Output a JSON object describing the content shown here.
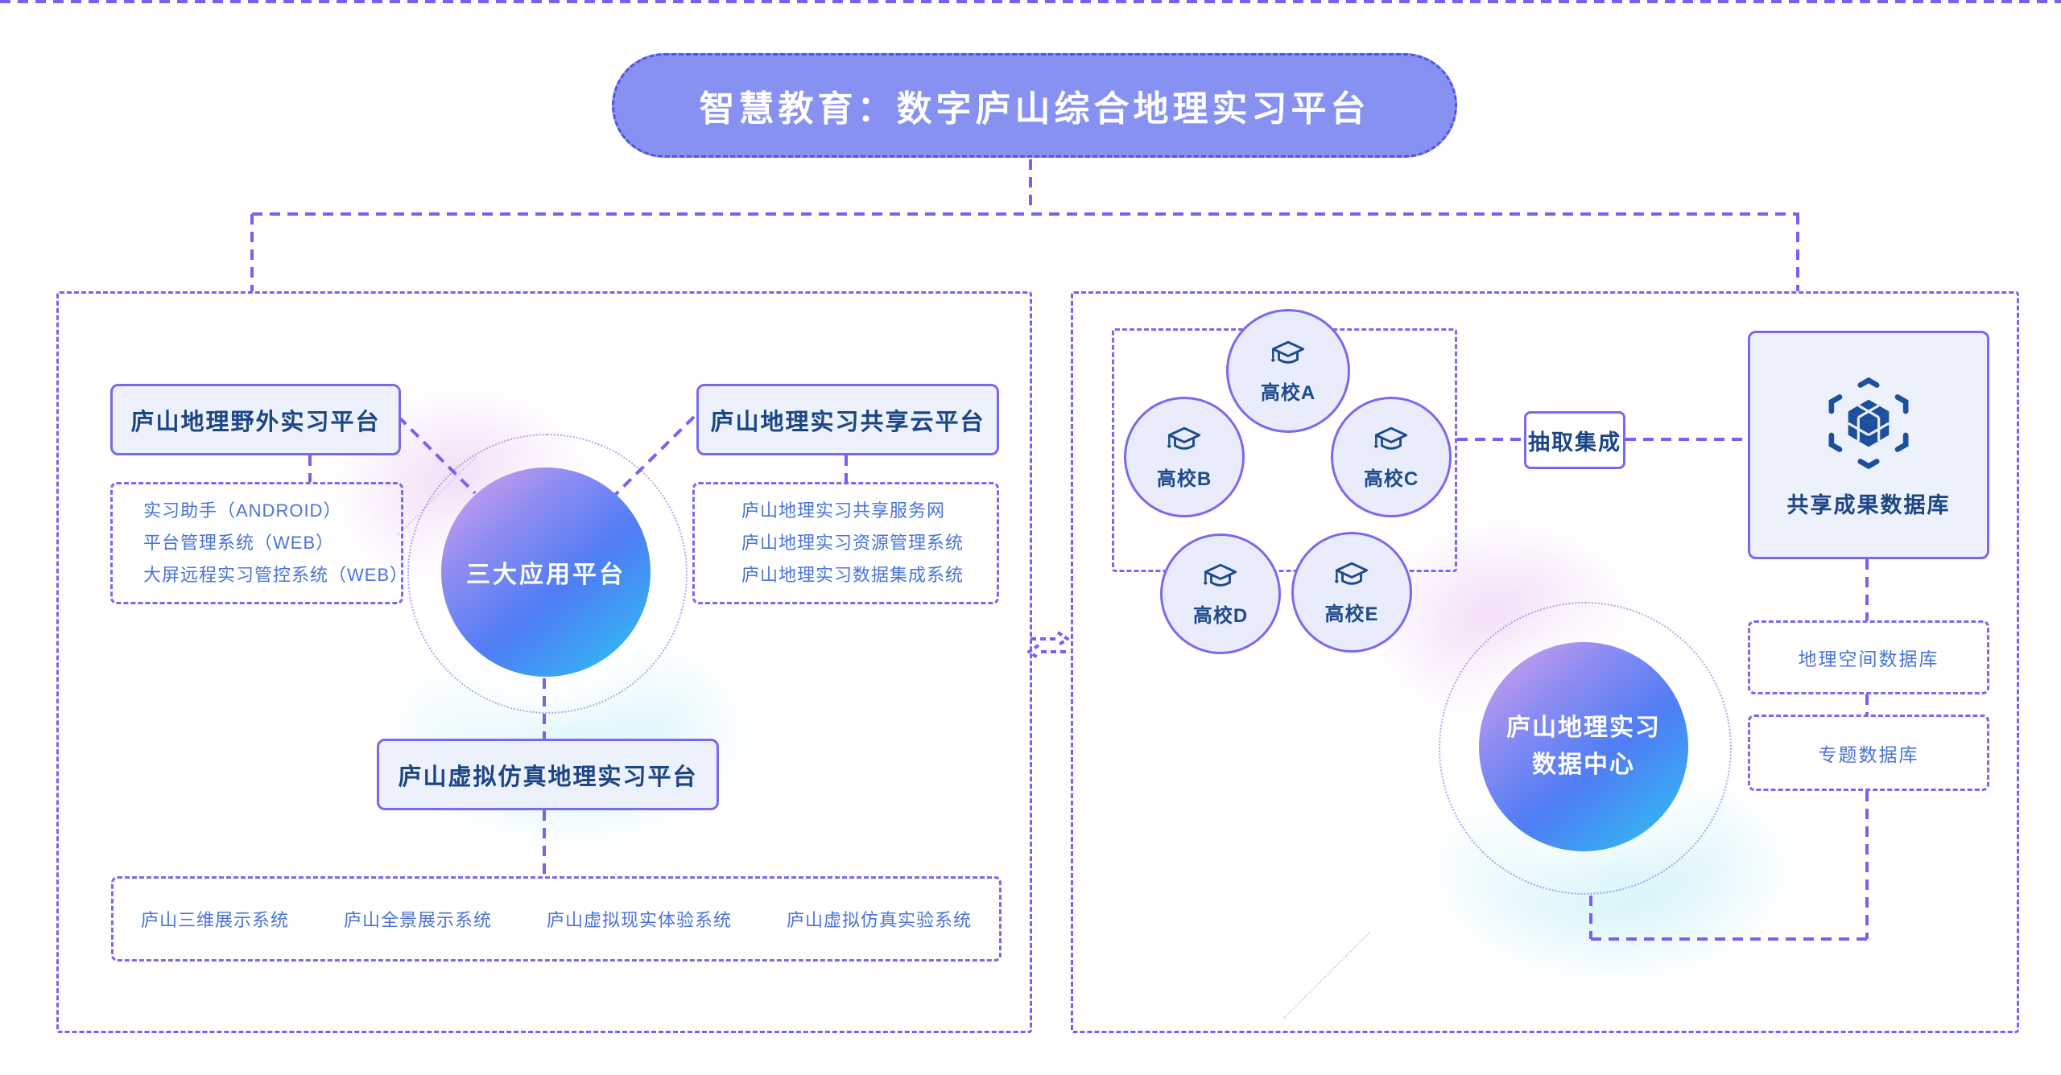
{
  "title": "智慧教育：数字庐山综合地理实习平台",
  "left_panel": {
    "center_circle": "三大应用平台",
    "platforms": {
      "field": "庐山地理野外实习平台",
      "cloud": "庐山地理实习共享云平台",
      "vr": "庐山虚拟仿真地理实习平台"
    },
    "field_systems": [
      "实习助手（ANDROID）",
      "平台管理系统（WEB）",
      "大屏远程实习管控系统（WEB）"
    ],
    "cloud_systems": [
      "庐山地理实习共享服务网",
      "庐山地理实习资源管理系统",
      "庐山地理实习数据集成系统"
    ],
    "vr_systems": [
      "庐山三维展示系统",
      "庐山全景展示系统",
      "庐山虚拟现实体验系统",
      "庐山虚拟仿真实验系统"
    ]
  },
  "right_panel": {
    "universities": [
      "高校A",
      "高校B",
      "高校C",
      "高校D",
      "高校E"
    ],
    "extract_label": "抽取集成",
    "shared_results_db": "共享成果数据库",
    "data_center": {
      "line1": "庐山地理实习",
      "line2": "数据中心"
    },
    "databases": [
      "地理空间数据库",
      "专题数据库"
    ]
  },
  "colors": {
    "dash_line": "#7c5ff0",
    "box_border": "#7b68ee",
    "box_bg": "#edf1fb",
    "title_text": "#1c4585",
    "list_text": "#4a72d8",
    "pill_bg": "#8791f1",
    "pill_border": "#5552e6",
    "icon_navy": "#1d4a8c",
    "circle_gradient": [
      "#dba3e9",
      "#8d8cf2",
      "#2cc5f2"
    ]
  }
}
